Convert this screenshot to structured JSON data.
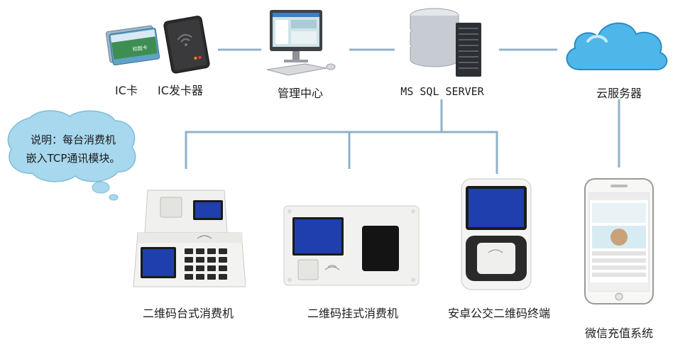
{
  "nodes": {
    "ic_card": "IC卡",
    "ic_issuer": "IC发卡器",
    "management": "管理中心",
    "server": "MS SQL SERVER",
    "cloud": "云服务器",
    "desktop_pos": "二维码台式消费机",
    "wall_pos": "二维码挂式消费机",
    "android_terminal": "安卓公交二维码终端",
    "wechat": "微信充值系统"
  },
  "note": {
    "line1": "说明：每台消费机",
    "line2": "嵌入TCP通讯模块。"
  },
  "colors": {
    "connector": "#8fb3c7",
    "cloud": "#4fb6ea",
    "bubble": "#a8d8ee",
    "screen": "#1f3fae"
  }
}
